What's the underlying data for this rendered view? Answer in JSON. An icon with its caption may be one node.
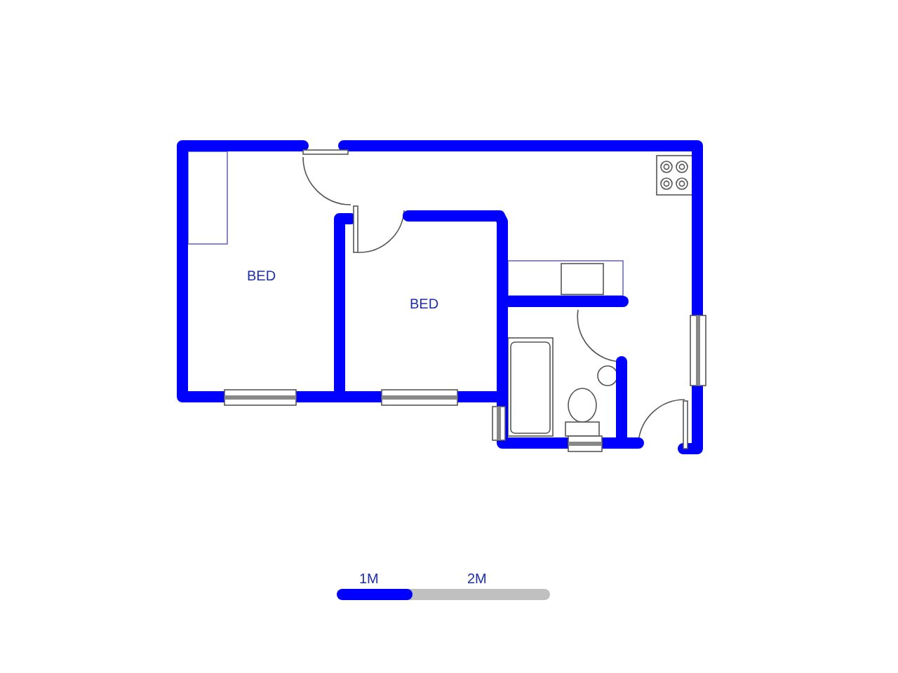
{
  "diagram": {
    "labels": [
      "BED",
      "BED",
      "1M",
      "2M"
    ]
  }
}
